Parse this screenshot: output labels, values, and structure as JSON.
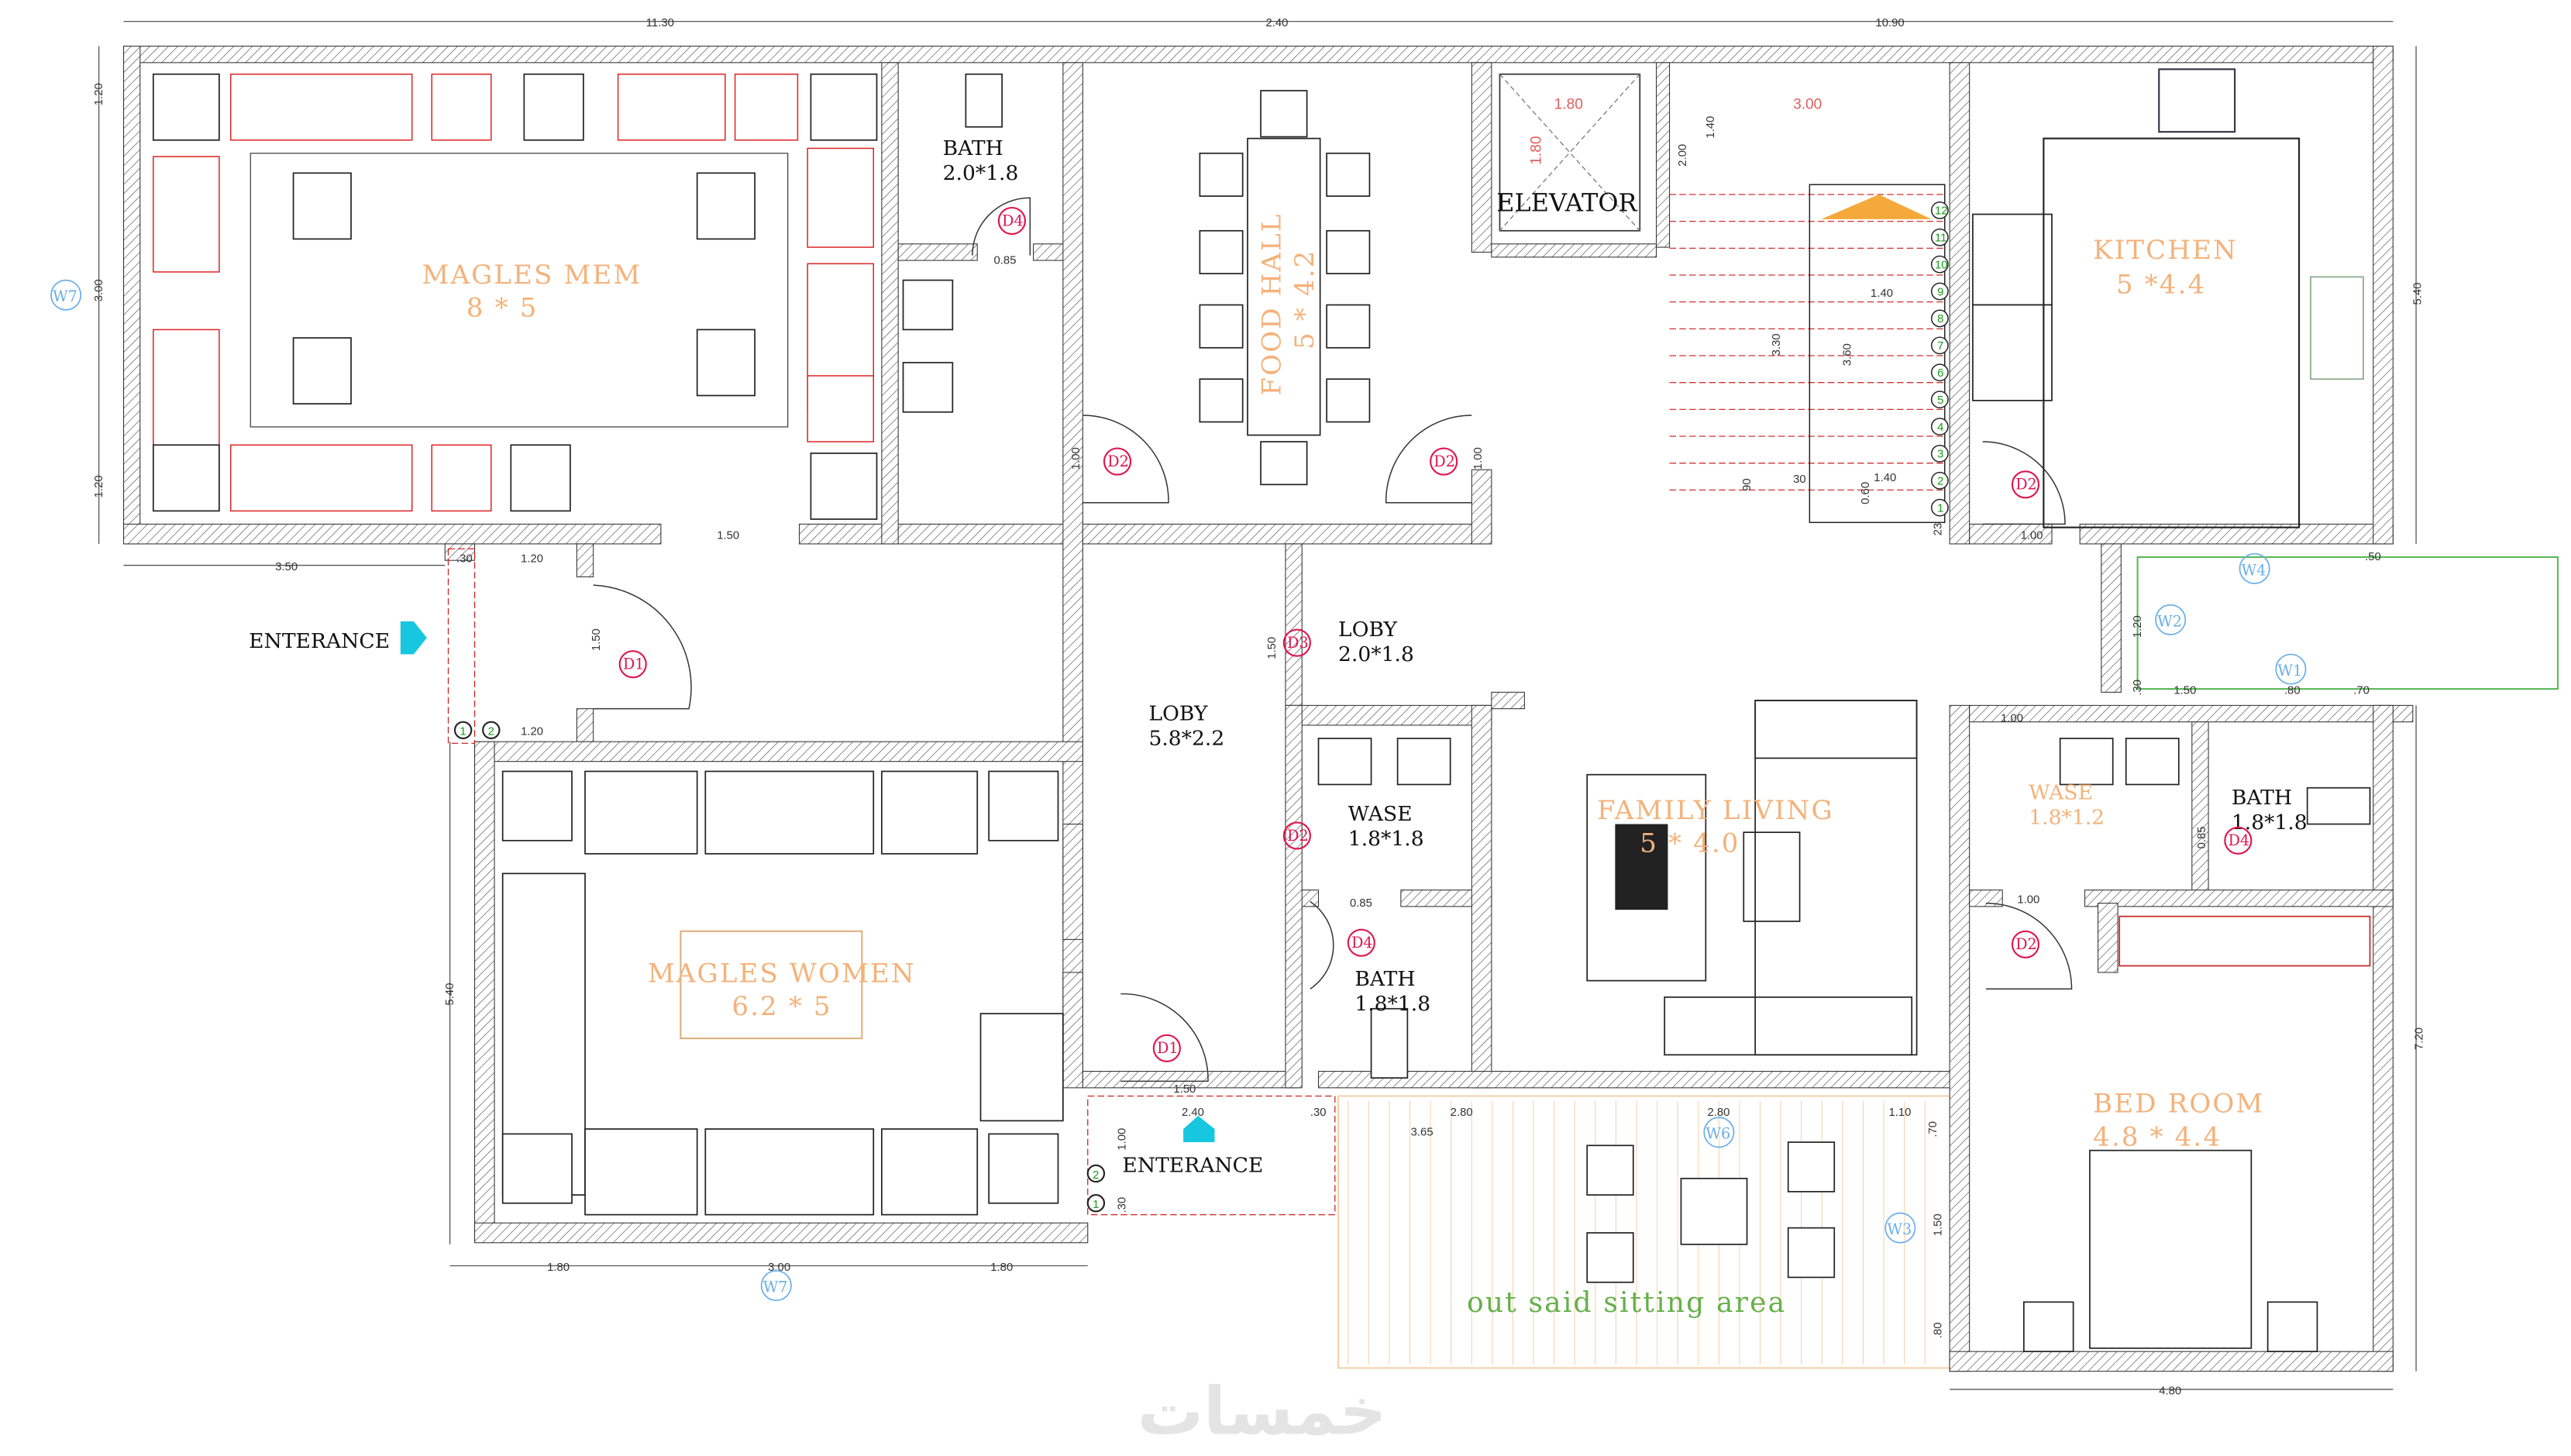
{
  "rooms": {
    "magles_mem": {
      "name": "MAGLES  MEM",
      "size": "8 * 5"
    },
    "bath_top": {
      "name": "BATH",
      "size": "2.0*1.8"
    },
    "food_hall": {
      "name": "FOOD  HALL",
      "size": "5 * 4.2"
    },
    "elevator": {
      "name": "ELEVATOR"
    },
    "kitchen": {
      "name": "KITCHEN",
      "size": "5  *4.4"
    },
    "loby_small": {
      "name": "LOBY",
      "size": "2.0*1.8"
    },
    "loby_big": {
      "name": "LOBY",
      "size": "5.8*2.2"
    },
    "wase_mid": {
      "name": "WASE",
      "size": "1.8*1.8"
    },
    "bath_mid": {
      "name": "BATH",
      "size": "1.8*1.8"
    },
    "family_living": {
      "name": "FAMILY  LIVING",
      "size": "5  *  4.0"
    },
    "wase_right": {
      "name": "WASE",
      "size": "1.8*1.2"
    },
    "bath_right": {
      "name": "BATH",
      "size": "1.8*1.8"
    },
    "magles_women": {
      "name": "MAGLES  WOMEN",
      "size": "6.2  *  5"
    },
    "bed_room": {
      "name": "BED  ROOM",
      "size": "4.8  *  4.4"
    },
    "sitting_area": {
      "name": "out  said  sitting  area"
    }
  },
  "entrances": {
    "left": "ENTERANCE",
    "bottom": "ENTERANCE"
  },
  "dimensions": {
    "top_left": "11.30",
    "top_mid": "2.40",
    "top_right": "10.90",
    "left_1": "1.20",
    "left_2": "3.00",
    "left_3": "1.20",
    "left_entry": "3.50",
    "entry_30": ".30",
    "entry_120a": "1.20",
    "entry_120b": "1.20",
    "door_150_v": "1.50",
    "mem_door": "1.50",
    "bath_door": "0.85",
    "food_door_l": "1.00",
    "food_door_r": "1.00",
    "elev_w": "1.80",
    "elev_h": "1.80",
    "stair_w": "3.00",
    "stair_140": "1.40",
    "stair_200": "2.00",
    "stair_330": "3.30",
    "stair_360": "3.60",
    "stair_140b": "1.40",
    "stair_140c": "1.40",
    "stair_060": "0.60",
    "stair_90": "90",
    "stair_30": "30",
    "stair_23": "23",
    "kitchen_door": "1.00",
    "right_top": "5.40",
    "balcony_50": ".50",
    "balcony_120": "1.20",
    "balcony_150": "1.50",
    "balcony_80": ".80",
    "balcony_70": ".70",
    "balcony_30": ".30",
    "loby_door": "1.50",
    "wase_door": "0.85",
    "right_wase_door": "1.00",
    "right_bed_door": "1.00",
    "right_bath_door": "0.85",
    "women_left": "5.40",
    "women_b1": "1.80",
    "women_b2": "3.00",
    "women_b3": "1.80",
    "entry_bottom_150": "1.50",
    "entry_bottom_240": "2.40",
    "entry_bottom_100": "1.00",
    "entry_bottom_30": ".30",
    "sit_30": ".30",
    "sit_280a": "2.80",
    "sit_280b": "2.80",
    "sit_110": "1.10",
    "sit_365": "3.65",
    "sit_70": ".70",
    "sit_150": "1.50",
    "sit_80": ".80",
    "right_bottom": "7.20",
    "bed_bottom": "4.80"
  },
  "windows": {
    "w7_left": "W7",
    "w7_bottom": "W7",
    "w4": "W4",
    "w2": "W2",
    "w1": "W1",
    "w6": "W6",
    "w3": "W3"
  },
  "doors": {
    "d4_top": "D4",
    "d2_food_l": "D2",
    "d2_food_r": "D2",
    "d2_kitchen": "D2",
    "d1_entry": "D1",
    "d3_loby": "D3",
    "d2_wase": "D2",
    "d4_bath": "D4",
    "d1_bottom": "D1",
    "d4_right": "D4",
    "d2_bed": "D2"
  },
  "stairs": [
    "1",
    "2",
    "3",
    "4",
    "5",
    "6",
    "7",
    "8",
    "9",
    "10",
    "11",
    "12"
  ],
  "entry_markers": {
    "a1": "1",
    "a2": "2",
    "b1": "1",
    "b2": "2"
  },
  "watermark": "خمسات",
  "colors": {
    "wall_hatch": "#555555",
    "room_label": "#f4b27a",
    "door_tag": "#e0144c",
    "window_tag": "#6aaee8",
    "dimension": "#333333",
    "sitting_label": "#66b04a"
  }
}
